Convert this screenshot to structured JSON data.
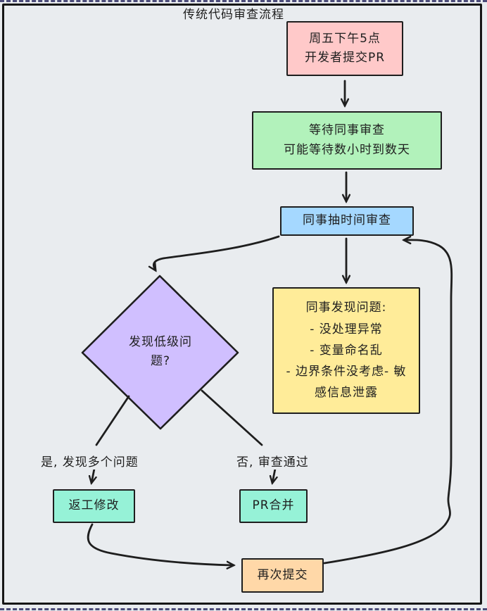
{
  "app": {
    "background_color": "#E9ECEF",
    "stroke_color": "#1e1e1e",
    "selection_dash_color": "#4b4b78"
  },
  "diagram": {
    "title": "传统代码审查流程",
    "nodes": {
      "submit_pr": {
        "label": "周五下午5点\n开发者提交PR",
        "fill": "#FFC9C9"
      },
      "wait_review": {
        "label": "等待同事审查\n可能等待数小时到数天",
        "fill": "#B2F2BB"
      },
      "reviewer": {
        "label": "同事抽时间审查",
        "fill": "#A5D8FF"
      },
      "decision": {
        "label": "发现低级问\n题?",
        "fill": "#D0BFFF"
      },
      "found_issues": {
        "label": "同事发现问题:\n- 没处理异常\n- 变量命名乱\n- 边界条件没考虑- 敏\n感信息泄露",
        "fill": "#FFEC99"
      },
      "rework": {
        "label": "返工修改",
        "fill": "#96F2D7"
      },
      "pr_merge": {
        "label": "PR合并",
        "fill": "#96F2D7"
      },
      "resubmit": {
        "label": "再次提交",
        "fill": "#FFD8A8"
      }
    },
    "edge_labels": {
      "yes_branch": "是, 发现多个问题",
      "no_branch": "否, 审查通过"
    }
  }
}
